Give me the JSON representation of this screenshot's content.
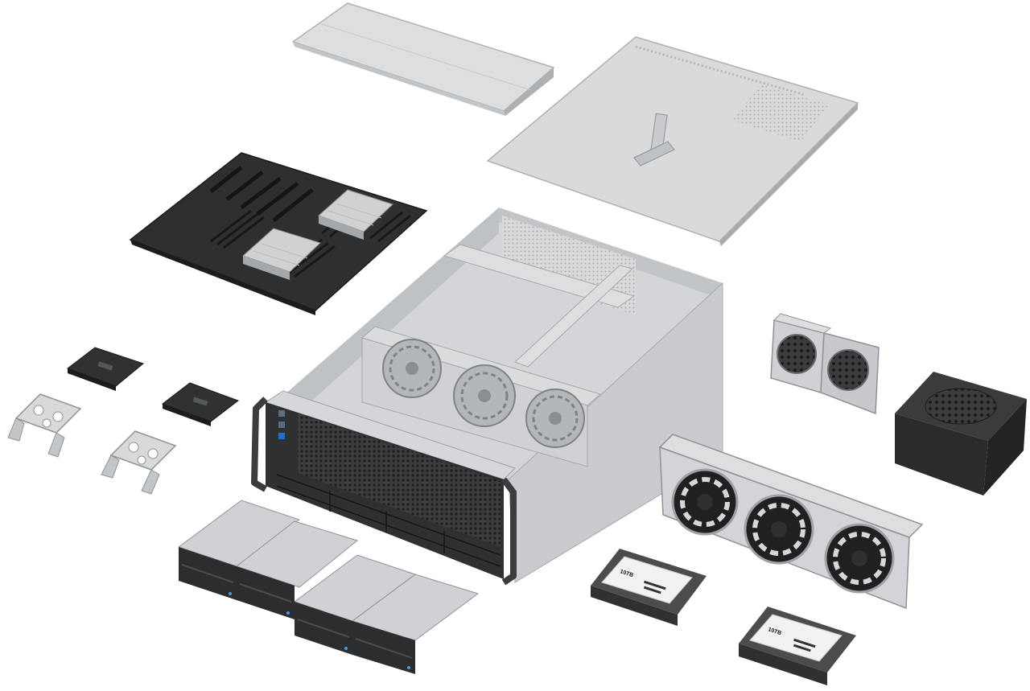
{
  "image": {
    "background": "#ffffff",
    "palette": {
      "steel_light": "#dcdee0",
      "steel_mid": "#c4c7ca",
      "steel_dark": "#9ea2a6",
      "pcb": "#2d2f31",
      "pcb_component": "#1b1c1d",
      "heatsink": "#cfd1d3",
      "black_plastic": "#2a2b2c",
      "psu": "#2f3032",
      "hdd_label": "#f2f2f2"
    },
    "components": [
      "top-cover-panel-front",
      "top-cover-panel-rear",
      "motherboard-dual-cpu",
      "server-chassis-4u",
      "ssd-drive",
      "ssd-mount-bracket",
      "hot-swap-drive-cage",
      "dual-fan-module",
      "power-supply-unit",
      "triple-fan-wall",
      "hard-disk-drive"
    ],
    "hdd_labels": [
      "10TB",
      "10TB"
    ]
  }
}
